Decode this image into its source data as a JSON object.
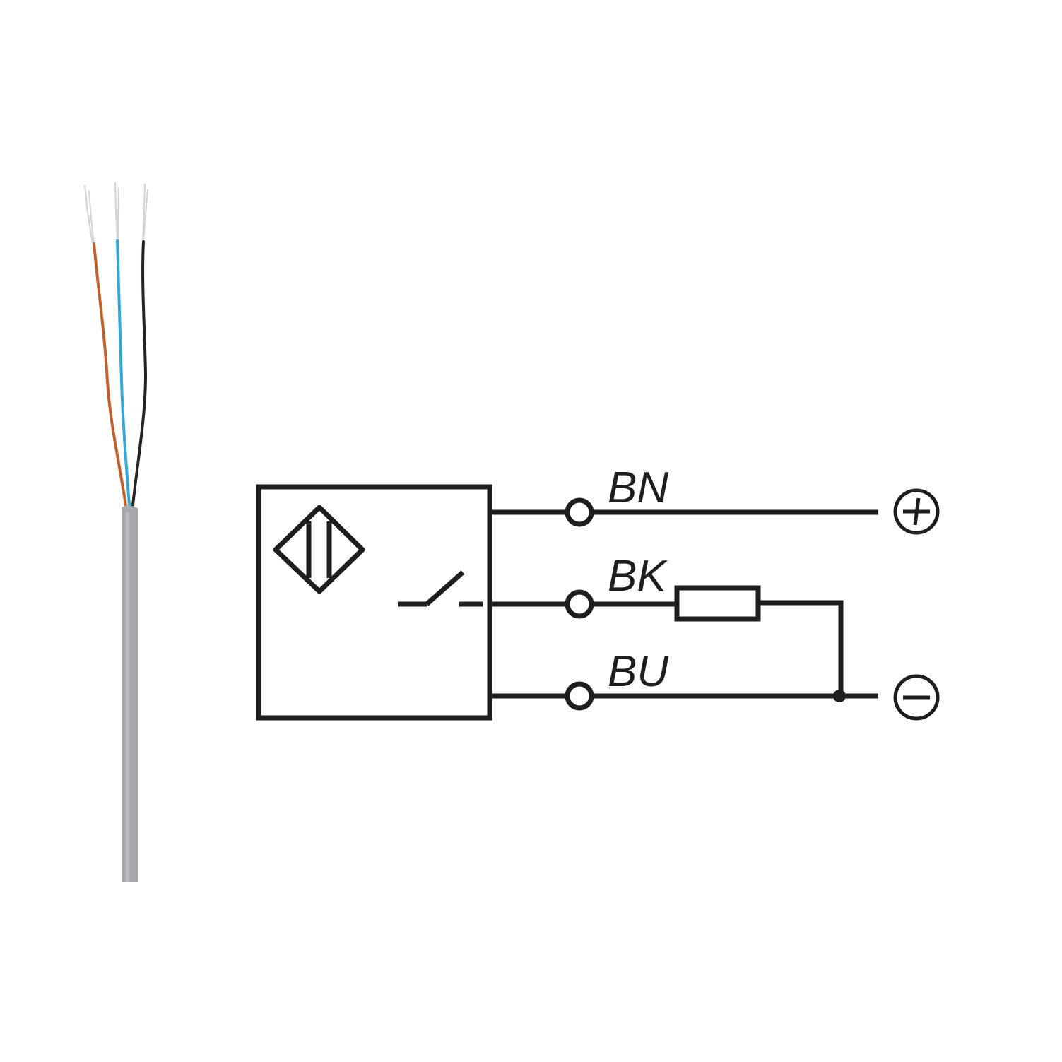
{
  "colors": {
    "ink": "#1e1e1e",
    "cable_jacket": "#a7a9ac",
    "wire_brown": "#c0612b",
    "wire_blue": "#35a7d6",
    "wire_black": "#2a2222",
    "wire_strands": "#c9c9c9"
  },
  "cable_photo": {
    "wires": [
      "brown",
      "blue",
      "black"
    ]
  },
  "schematic": {
    "sensor_symbol": "inductive-sensor-diamond-icon",
    "switch_symbol": "normally-open-switch-icon",
    "terminals": [
      {
        "id": "bn",
        "label": "BN",
        "supply": "+"
      },
      {
        "id": "bk",
        "label": "BK",
        "supply": ""
      },
      {
        "id": "bu",
        "label": "BU",
        "supply": "−"
      }
    ],
    "load_symbol": "resistor-load-icon"
  }
}
